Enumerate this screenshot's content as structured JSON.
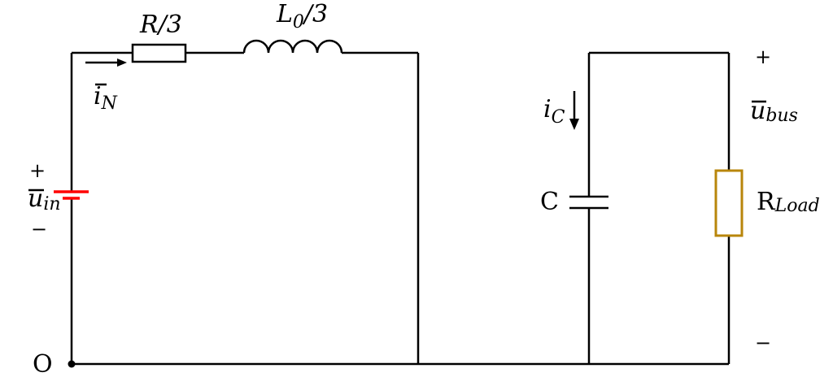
{
  "resistor_label": {
    "main": "R/3"
  },
  "inductor_label": {
    "main": "L",
    "sub": "0",
    "rest": "/3"
  },
  "current_n": {
    "main": "i",
    "sub": "N"
  },
  "current_c": {
    "main": "i",
    "sub": "C"
  },
  "input_voltage": {
    "plus": "+",
    "main": "u",
    "sub": "in",
    "minus": "−"
  },
  "capacitor_label": {
    "main": "C"
  },
  "bus_voltage": {
    "plus": "+",
    "main": "u",
    "sub": "bus",
    "minus": "−"
  },
  "load_label": {
    "main": "R",
    "sub": "Load"
  },
  "ground_label": {
    "main": "O"
  },
  "colors": {
    "wire": "#000000",
    "source_plate": "#ff0000",
    "load": "#b8860b"
  }
}
